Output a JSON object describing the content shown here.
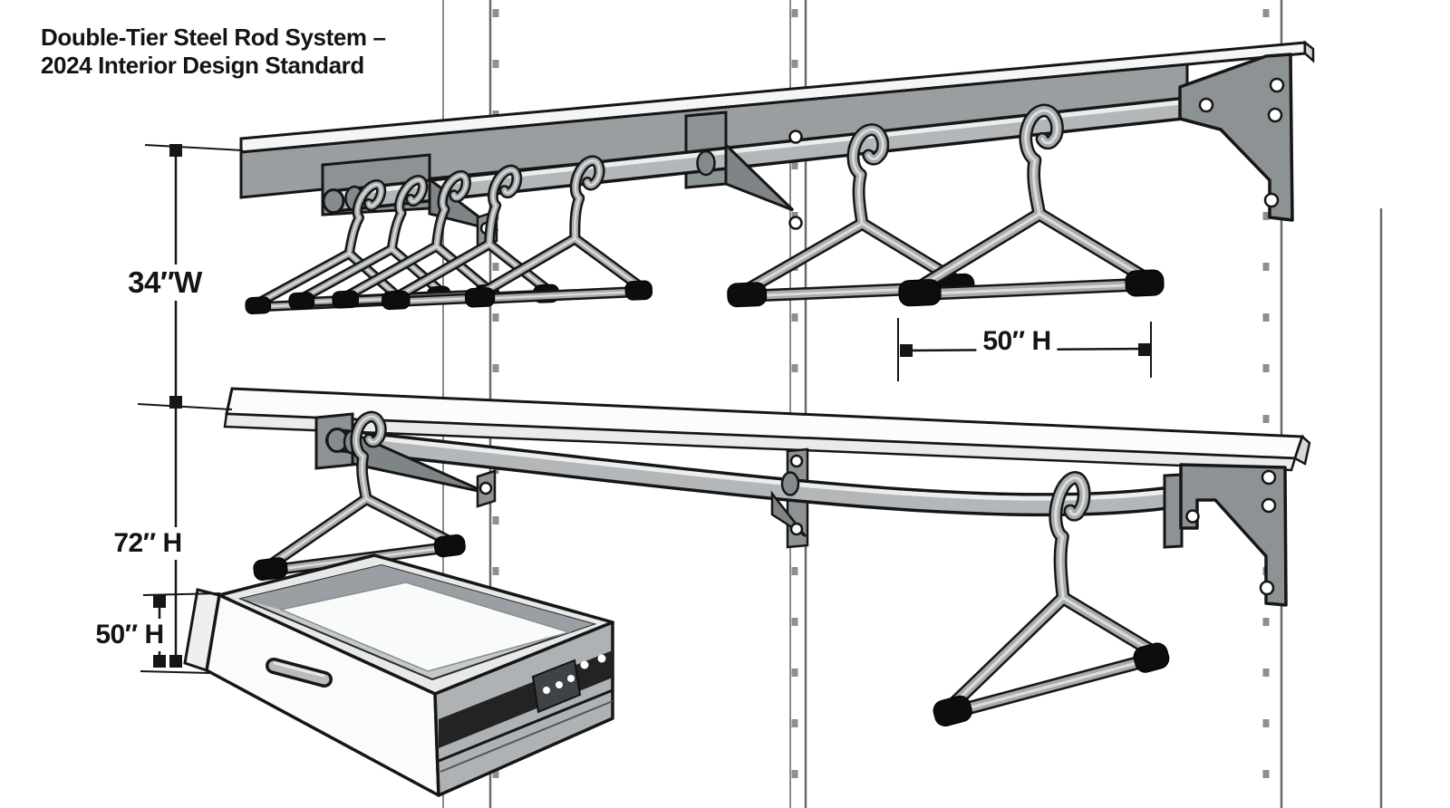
{
  "title": {
    "line1": "Double-Tier Steel Rod System –",
    "line2": "2024 Interior Design Standard"
  },
  "dimension_labels": {
    "upper_width": "34″W",
    "hanger_rod_span": "50″ H",
    "tier_height": "72″ H",
    "drawer_height": "50″ H"
  },
  "scene": {
    "shelves": 2,
    "hanging_rods": 2,
    "upper_rod_hangers": 7,
    "lower_rod_hangers": 2,
    "drawers": 1,
    "wall_standards": 4
  },
  "colors": {
    "background": "#ffffff",
    "ink": "#161616",
    "shelf_top": "#f4f5f5",
    "shelf_fascia": "#9b9ea0",
    "shelf_white": "#fbfcfc",
    "bracket": "#8d9295",
    "gusset": "#7f8487",
    "rod_body": "#b3b7b9",
    "rod_highlight": "#eceeee",
    "hanger_wire": "#a7abad",
    "grip_pad": "#0d0d0d",
    "drawer_front": "#fbfbfc",
    "drawer_side": "#aeb2b4",
    "drawer_rim": "#e7e8e8",
    "drawer_inner_wall": "#999fa2",
    "drawer_inner_right": "#c6c9ca",
    "drawer_bottom": "#f9fafa",
    "slide_rail": "#232323",
    "standard_line": "#6a6a6a",
    "slot": "#8f8f8f"
  }
}
